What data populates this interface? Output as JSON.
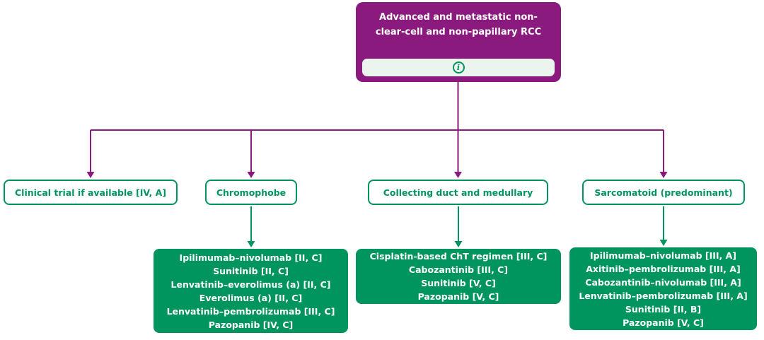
{
  "palette": {
    "purple": "#8A1A7D",
    "green": "#00945E",
    "strip": "#ECF4EE",
    "white": "#FFFFFF"
  },
  "root": {
    "title": "Advanced and metastatic non-clear-cell and non-papillary RCC",
    "info_icon": "i"
  },
  "branches": [
    {
      "label": "Clinical trial if available [IV, A]",
      "treatments": []
    },
    {
      "label": "Chromophobe",
      "treatments": [
        "Ipilimumab–nivolumab [II, C]",
        "Sunitinib [II, C]",
        "Lenvatinib–everolimus (a) [II, C]",
        "Everolimus (a) [II, C]",
        "Lenvatinib–pembrolizumab [III, C]",
        "Pazopanib [IV, C]"
      ]
    },
    {
      "label": "Collecting duct and medullary",
      "treatments": [
        "Cisplatin-based ChT regimen [III, C]",
        "Cabozantinib [III, C]",
        "Sunitinib [V, C]",
        "Pazopanib [V, C]"
      ]
    },
    {
      "label": "Sarcomatoid (predominant)",
      "treatments": [
        "Ipilimumab–nivolumab [III, A]",
        "Axitinib–pembrolizumab [III, A]",
        "Cabozantinib–nivolumab [III, A]",
        "Lenvatinib–pembrolizumab [III, A]",
        "Sunitinib [II, B]",
        "Pazopanib [V, C]"
      ]
    }
  ]
}
